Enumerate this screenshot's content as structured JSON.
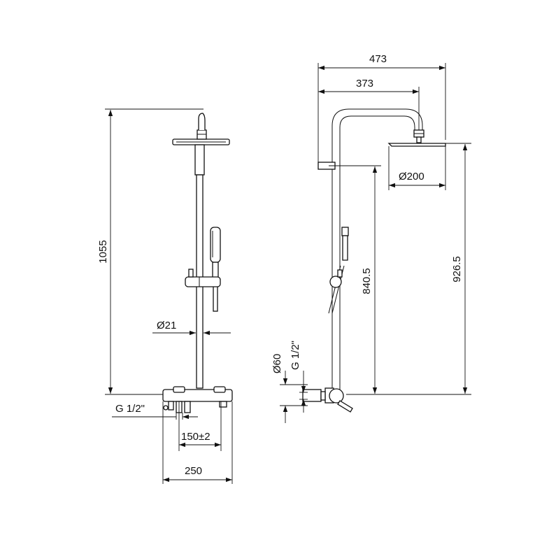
{
  "front_view": {
    "height_label": "1055",
    "pipe_diameter_label": "Ø21",
    "inlet_thread_label": "G 1/2\"",
    "inlet_spacing_label": "150±2",
    "mixer_width_label": "250"
  },
  "side_view": {
    "overall_reach_label": "473",
    "arm_reach_label": "373",
    "head_diameter_label": "Ø200",
    "arm_height_label": "840.5",
    "head_height_label": "926.5",
    "escutcheon_diameter_label": "Ø60",
    "inlet_thread_label": "G 1/2\""
  }
}
